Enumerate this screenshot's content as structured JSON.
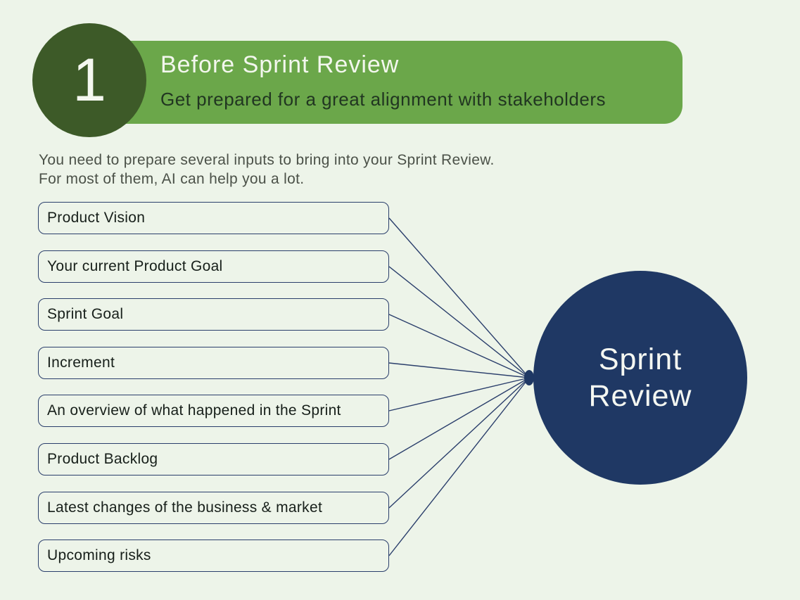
{
  "page": {
    "background_color": "#edf4e9"
  },
  "header": {
    "step_number": "1",
    "title": "Before Sprint Review",
    "subtitle": "Get prepared for a great alignment with stakeholders",
    "banner_color": "#6ba74a",
    "step_circle_color": "#3d5a28",
    "title_color": "#f3f7ee",
    "subtitle_color": "#213621"
  },
  "intro": {
    "line1": "You need to prepare several inputs to bring into your Sprint Review.",
    "line2": "For most of them, AI can help you a lot."
  },
  "inputs": {
    "items": [
      "Product Vision",
      "Your current Product Goal",
      "Sprint Goal",
      "Increment",
      "An overview of what happened in the Sprint",
      "Product Backlog",
      "Latest changes of the business & market",
      "Upcoming risks"
    ],
    "box_border_color": "#2a3e6b",
    "connector_color": "#2a3e6b"
  },
  "target": {
    "line1": "Sprint",
    "line2": "Review",
    "circle_color": "#1f3864",
    "text_color": "#f5f8f2"
  }
}
